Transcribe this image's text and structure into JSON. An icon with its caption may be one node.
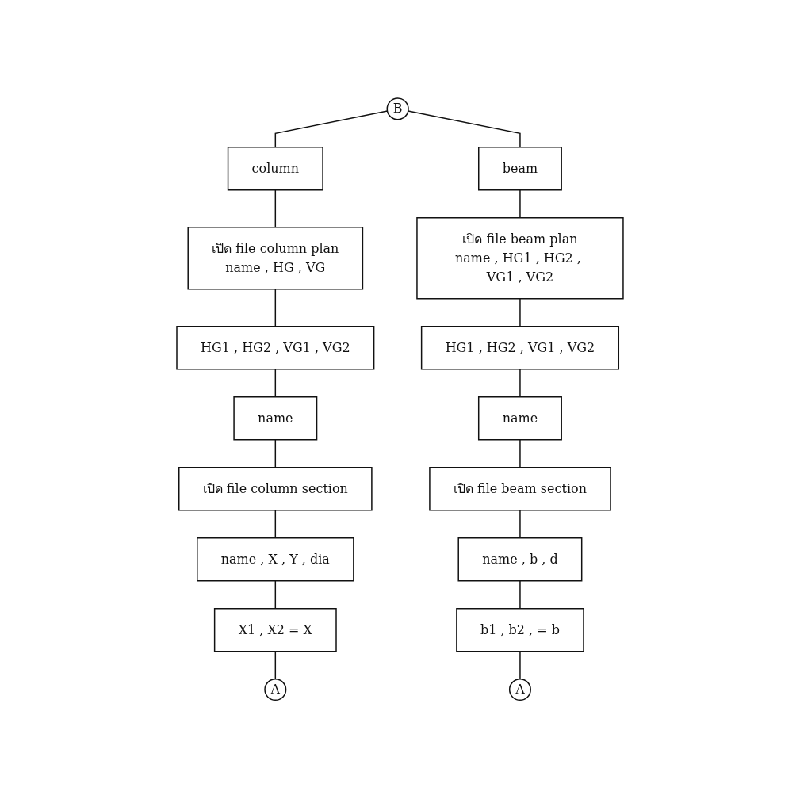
{
  "diagram": {
    "nodes": [
      {
        "text": [
          "B"
        ]
      },
      {
        "text": [
          "column"
        ]
      },
      {
        "text": [
          "beam"
        ]
      },
      {
        "text": [
          "เปิด file column plan",
          "name , HG , VG"
        ]
      },
      {
        "text": [
          "HG1 , HG2 , VG1 , VG2"
        ]
      },
      {
        "text": [
          "name"
        ]
      },
      {
        "text": [
          "เปิด file column section"
        ]
      },
      {
        "text": [
          "name , X , Y , dia"
        ]
      },
      {
        "text": [
          "X1 , X2 = X"
        ]
      },
      {
        "text": [
          "A"
        ]
      },
      {
        "text": [
          "เปิด file beam plan",
          "name , HG1 , HG2 , VG1 , VG2"
        ]
      },
      {
        "text": [
          "HG1 , HG2 , VG1 , VG2"
        ]
      },
      {
        "text": [
          "name"
        ]
      },
      {
        "text": [
          "เปิด file beam section"
        ]
      },
      {
        "text": [
          "name , b , d"
        ]
      },
      {
        "text": [
          "b1 , b2 , = b"
        ]
      },
      {
        "text": [
          "A"
        ]
      }
    ],
    "edges": [
      {
        "from": 0,
        "to": 1,
        "arrow": "none"
      },
      {
        "from": 0,
        "to": 2,
        "arrow": "none"
      },
      {
        "from": 1,
        "to": 3,
        "arrow": "none"
      },
      {
        "from": 3,
        "to": 4,
        "arrow": "none"
      },
      {
        "from": 4,
        "to": 5,
        "arrow": "none"
      },
      {
        "from": 5,
        "to": 6,
        "arrow": "none"
      },
      {
        "from": 6,
        "to": 7,
        "arrow": "none"
      },
      {
        "from": 7,
        "to": 8,
        "arrow": "none"
      },
      {
        "from": 8,
        "to": 9,
        "arrow": "none"
      },
      {
        "from": 2,
        "to": 10,
        "arrow": "none"
      },
      {
        "from": 10,
        "to": 11,
        "arrow": "none"
      },
      {
        "from": 11,
        "to": 12,
        "arrow": "none"
      },
      {
        "from": 12,
        "to": 13,
        "arrow": "none"
      },
      {
        "from": 13,
        "to": 14,
        "arrow": "none"
      },
      {
        "from": 14,
        "to": 15,
        "arrow": "none"
      },
      {
        "from": 15,
        "to": 16,
        "arrow": "none"
      }
    ]
  }
}
